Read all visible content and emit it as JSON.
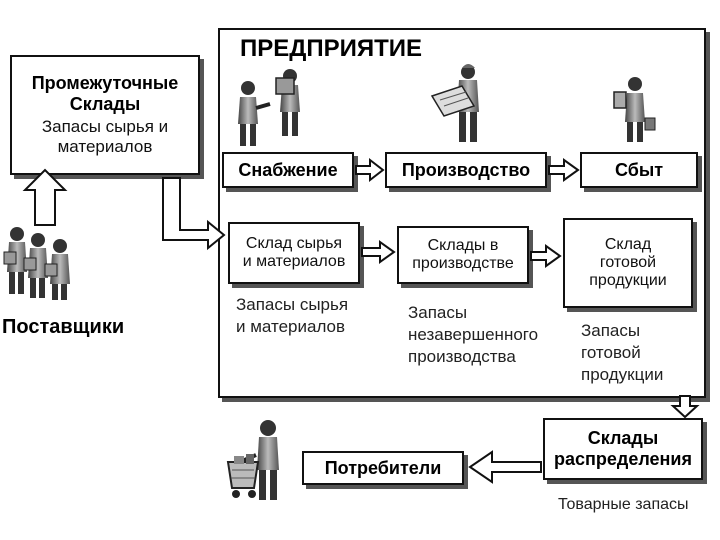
{
  "enterprise": {
    "title": "ПРЕДПРИЯТИЕ"
  },
  "intermediate": {
    "title_line1": "Промежуточные",
    "title_line2": "Склады",
    "sub_line1": "Запасы сырья и",
    "sub_line2": "материалов"
  },
  "suppliers": {
    "label": "Поставщики"
  },
  "functions": {
    "supply": "Снабжение",
    "production": "Производство",
    "sales": "Сбыт"
  },
  "warehouses": {
    "raw": {
      "line1": "Склад сырья",
      "line2": "и материалов"
    },
    "wip": {
      "line1": "Склады в",
      "line2": "производстве"
    },
    "finished": {
      "line1": "Склад",
      "line2": "готовой",
      "line3": "продукции"
    }
  },
  "stocks": {
    "raw": {
      "line1": "Запасы сырья",
      "line2": "и материалов"
    },
    "wip": {
      "line1": "Запасы",
      "line2": "незавершенного",
      "line3": "производства"
    },
    "finished": {
      "line1": "Запасы",
      "line2": "готовой",
      "line3": "продукции"
    }
  },
  "distribution": {
    "line1": "Склады",
    "line2": "распределения",
    "stock": "Товарные запасы"
  },
  "consumers": {
    "label": "Потребители"
  },
  "icons": [
    "people-meeting-icon",
    "engineer-icon",
    "salesperson-icon",
    "suppliers-group-icon",
    "shopping-cart-person-icon"
  ]
}
